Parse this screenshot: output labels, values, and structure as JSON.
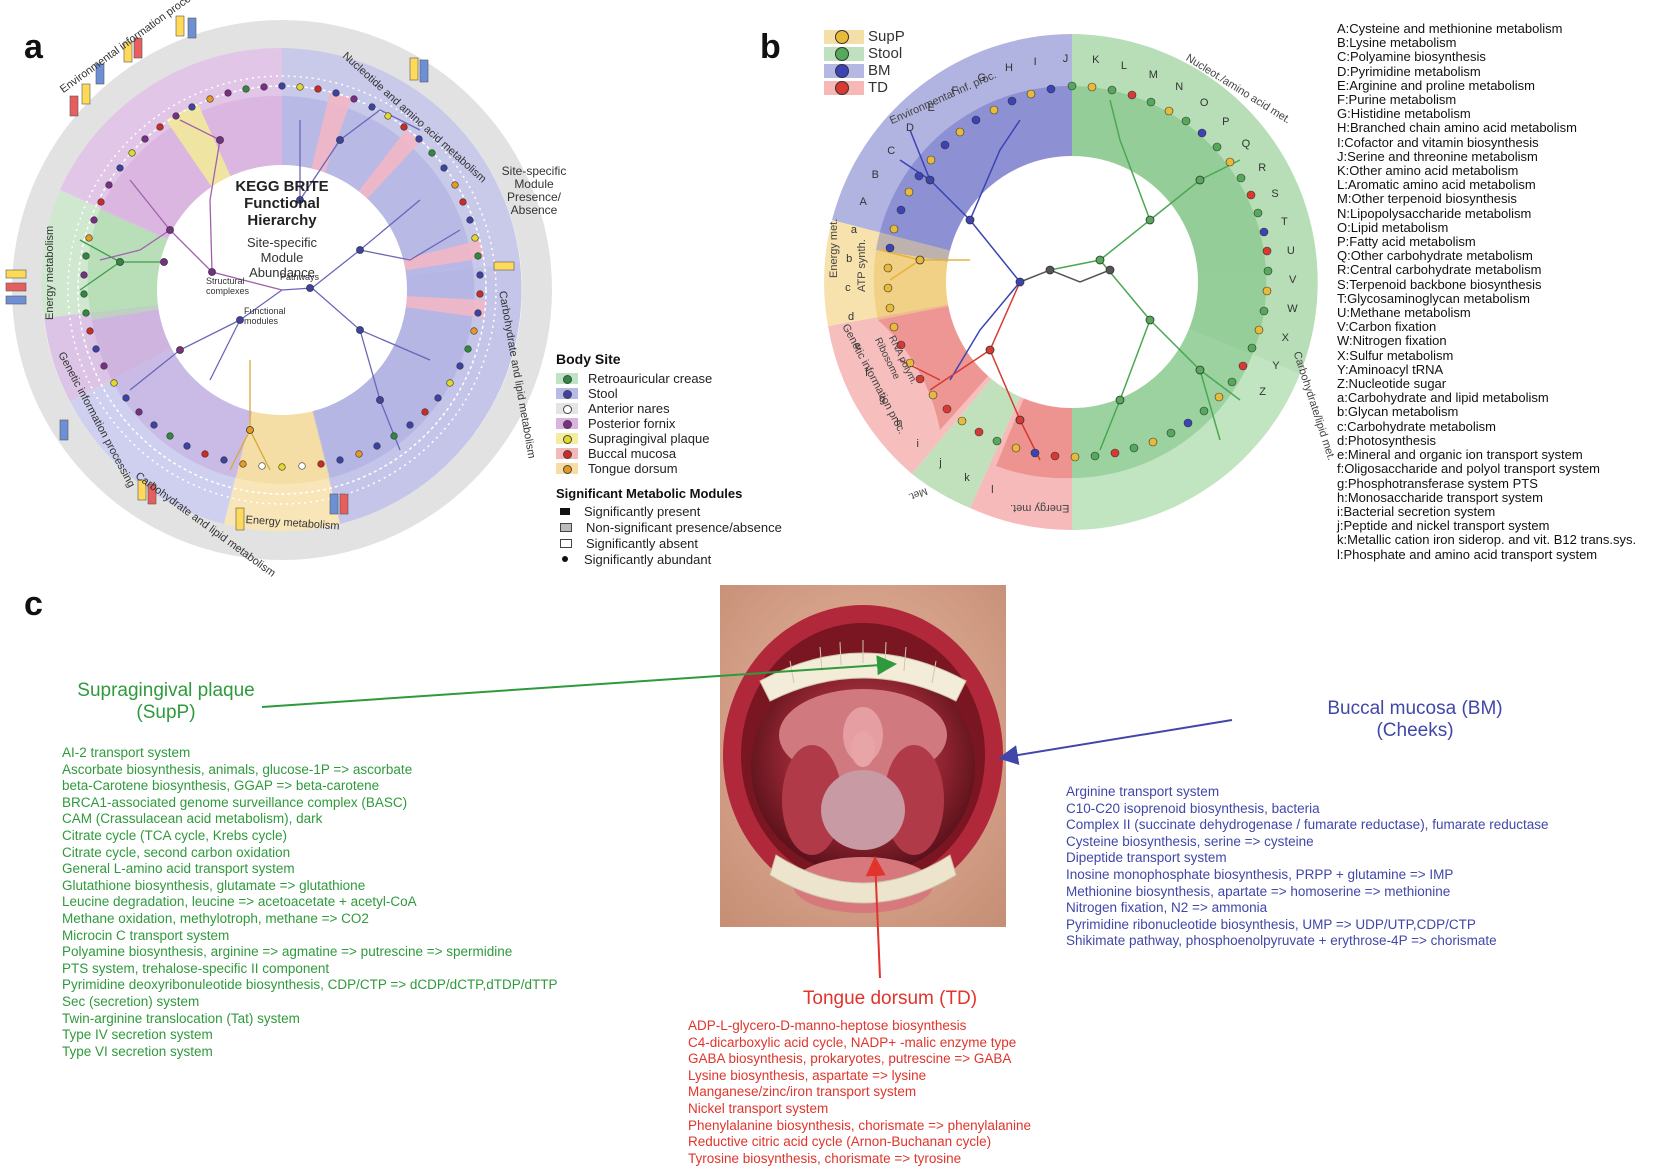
{
  "panel_a": {
    "letter": "a",
    "center_title": [
      "KEGG BRITE",
      "Functional",
      "Hierarchy"
    ],
    "center_sub": [
      "Site-specific",
      "Module",
      "Abundance"
    ],
    "inner_labels": [
      "Structural complexes",
      "Pathways",
      "Functional modules"
    ],
    "ring_labels": [
      "Environmental information processing",
      "Nucleotide and amino acid metabolism",
      "Energy metabolism",
      "Carbohydrate and lipid metabolism",
      "Genetic information processing",
      "Carbohydrate and lipid metabolism",
      "Energy metabolism"
    ],
    "site_specific_label": [
      "Site-specific",
      "Module",
      "Presence/",
      "Absence"
    ],
    "body_site_title": "Body Site",
    "body_sites": [
      {
        "label": "Retroauricular crease",
        "fill": "#bfe3c4",
        "dot": "#2e8b3d"
      },
      {
        "label": "Stool",
        "fill": "#b7b9e6",
        "dot": "#3c42a8"
      },
      {
        "label": "Anterior nares",
        "fill": "#e4e4e4",
        "dot": "#ffffff"
      },
      {
        "label": "Posterior fornix",
        "fill": "#dcb3df",
        "dot": "#7a2f86"
      },
      {
        "label": "Supragingival plaque",
        "fill": "#f4ec9e",
        "dot": "#e4d82a"
      },
      {
        "label": "Buccal mucosa",
        "fill": "#f4b9b7",
        "dot": "#cf2a26"
      },
      {
        "label": "Tongue dorsum",
        "fill": "#f7dca5",
        "dot": "#e79a22"
      }
    ],
    "sig_title": "Significant Metabolic Modules",
    "sig_items": [
      {
        "label": "Significantly present",
        "mark": "filled-rect"
      },
      {
        "label": "Non-significant presence/absence",
        "mark": "gray-rect"
      },
      {
        "label": "Significantly absent",
        "mark": "open-rect"
      },
      {
        "label": "Significantly abundant",
        "mark": "dot"
      }
    ]
  },
  "panel_b": {
    "letter": "b",
    "legend": [
      {
        "label": "SupP",
        "band": "#f5dfa8",
        "dot": "#e9b93a"
      },
      {
        "label": "Stool",
        "band": "#bfe1c0",
        "dot": "#54a95a"
      },
      {
        "label": "BM",
        "band": "#b5b8e3",
        "dot": "#3b43b5"
      },
      {
        "label": "TD",
        "band": "#f6b8b5",
        "dot": "#d63a33"
      }
    ],
    "ring_labels": [
      "Environmental inf. proc.",
      "Nucleot./amino acid met.",
      "Energy met.",
      "ATP synth.",
      "Genetic information proc.",
      "Ribosome",
      "RNA polym.",
      "Carbohydrate/lipid met.",
      "Energy met.",
      "Met."
    ],
    "outer_letters": [
      "l",
      "k",
      "j",
      "i",
      "h",
      "g",
      "f",
      "e",
      "d",
      "c",
      "b",
      "a",
      "A",
      "B",
      "C",
      "D",
      "E",
      "F",
      "G",
      "H",
      "I",
      "J",
      "K",
      "L",
      "M",
      "N",
      "O",
      "P",
      "Q",
      "R",
      "S",
      "T",
      "U",
      "V",
      "W",
      "X",
      "Y",
      "Z"
    ],
    "pathways": [
      "A:Cysteine and methionine metabolism",
      "B:Lysine metabolism",
      "C:Polyamine biosynthesis",
      "D:Pyrimidine metabolism",
      "E:Arginine and proline metabolism",
      "F:Purine metabolism",
      "G:Histidine metabolism",
      "H:Branched chain amino acid metabolism",
      "I:Cofactor and vitamin biosynthesis",
      "J:Serine and threonine metabolism",
      "K:Other amino acid metabolism",
      "L:Aromatic amino acid metabolism",
      "M:Other terpenoid biosynthesis",
      "N:Lipopolysaccharide metabolism",
      "O:Lipid metabolism",
      "P:Fatty acid metabolism",
      "Q:Other carbohydrate metabolism",
      "R:Central carbohydrate metabolism",
      "S:Terpenoid backbone biosynthesis",
      "T:Glycosaminoglycan metabolism",
      "U:Methane metabolism",
      "V:Carbon fixation",
      "W:Nitrogen fixation",
      "X:Sulfur metabolism",
      "Y:Aminoacyl tRNA",
      "Z:Nucleotide sugar",
      "a:Carbohydrate and lipid metabolism",
      "b:Glycan metabolism",
      "c:Carbohydrate metabolism",
      "d:Photosynthesis",
      "e:Mineral and organic ion transport system",
      "f:Oligosaccharide and polyol transport system",
      "g:Phosphotransferase system  PTS",
      "h:Monosaccharide transport system",
      "i:Bacterial secretion system",
      "j:Peptide and nickel transport system",
      "k:Metallic cation iron siderop. and vit. B12 trans.sys.",
      "l:Phosphate and amino acid transport system"
    ]
  },
  "panel_c": {
    "letter": "c",
    "supp": {
      "heading": [
        "Supragingival plaque",
        "(SupP)"
      ],
      "color": "#2f9a3c",
      "modules": [
        "AI-2 transport system",
        "Ascorbate biosynthesis, animals, glucose-1P => ascorbate",
        "beta-Carotene biosynthesis, GGAP => beta-carotene",
        "BRCA1-associated genome surveillance complex (BASC)",
        "CAM (Crassulacean acid metabolism), dark",
        "Citrate cycle (TCA cycle, Krebs cycle)",
        "Citrate cycle, second carbon oxidation",
        "General L-amino acid transport system",
        "Glutathione biosynthesis, glutamate => glutathione",
        "Leucine degradation, leucine => acetoacetate + acetyl-CoA",
        "Methane oxidation, methylotroph, methane => CO2",
        "Microcin C transport system",
        "Polyamine biosynthesis, arginine => agmatine => putrescine => spermidine",
        "PTS system, trehalose-specific II component",
        "Pyrimidine deoxyribonuleotide biosynthesis, CDP/CTP => dCDP/dCTP,dTDP/dTTP",
        "Sec (secretion) system",
        "Twin-arginine translocation (Tat) system",
        "Type IV secretion system",
        "Type VI secretion system"
      ]
    },
    "bm": {
      "heading": [
        "Buccal mucosa (BM)",
        "(Cheeks)"
      ],
      "color": "#4047a8",
      "modules": [
        "Arginine transport system",
        "C10-C20 isoprenoid biosynthesis, bacteria",
        "Complex II (succinate dehydrogenase / fumarate reductase), fumarate reductase",
        "Cysteine biosynthesis, serine => cysteine",
        "Dipeptide transport system",
        "Inosine monophosphate biosynthesis, PRPP + glutamine => IMP",
        "Methionine biosynthesis, apartate => homoserine => methionine",
        "Nitrogen fixation, N2 => ammonia",
        "Pyrimidine ribonucleotide biosynthesis, UMP => UDP/UTP,CDP/CTP",
        "Shikimate pathway, phosphoenolpyruvate + erythrose-4P => chorismate"
      ]
    },
    "td": {
      "heading": [
        "Tongue dorsum (TD)"
      ],
      "color": "#e0342c",
      "modules": [
        "ADP-L-glycero-D-manno-heptose biosynthesis",
        "C4-dicarboxylic acid cycle, NADP+ -malic enzyme type",
        "GABA biosynthesis, prokaryotes, putrescine => GABA",
        "Lysine biosynthesis, aspartate => lysine",
        "Manganese/zinc/iron transport system",
        "Nickel transport system",
        "Phenylalanine biosynthesis, chorismate => phenylalanine",
        "Reductive citric acid cycle (Arnon-Buchanan cycle)",
        "Tyrosine biosynthesis, chorismate => tyrosine"
      ]
    }
  }
}
